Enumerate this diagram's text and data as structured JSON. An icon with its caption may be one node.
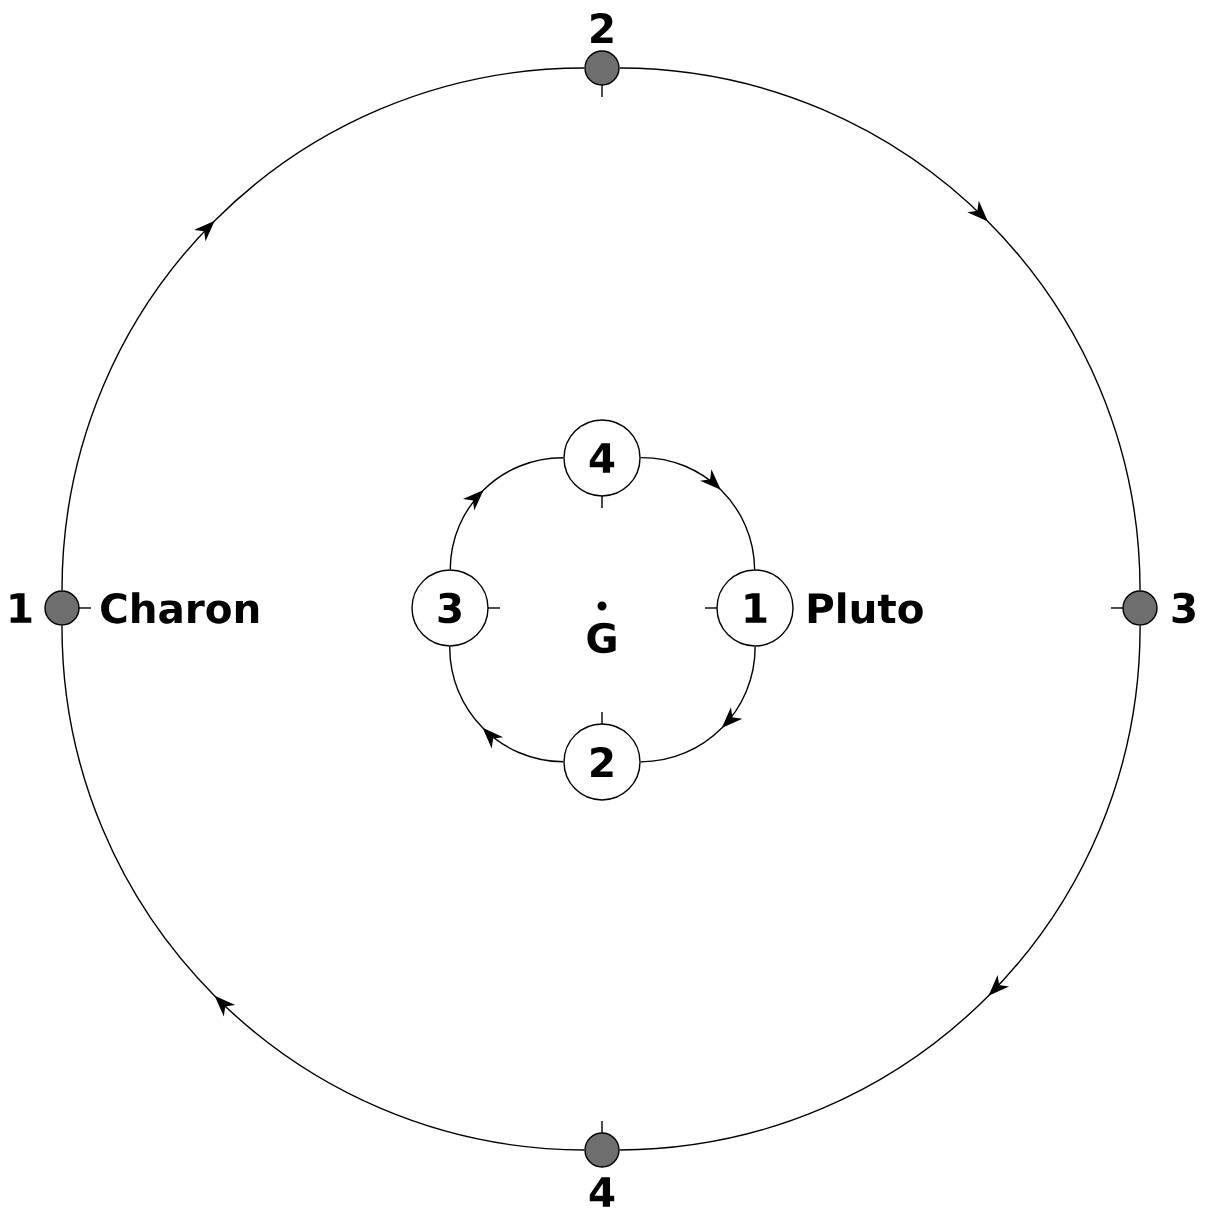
{
  "diagram": {
    "nodes": [
      {
        "text": [],
        "shape": "circle",
        "beside": [
          "2"
        ]
      },
      {
        "text": [
          "4"
        ]
      },
      {
        "text": [],
        "shape": "circle",
        "beside": [
          "1",
          "Charon"
        ]
      },
      {
        "text": [
          "3"
        ]
      },
      {
        "text": [
          "1"
        ],
        "beside": [
          "Pluto"
        ]
      },
      {
        "text": [],
        "shape": "circle",
        "beside": [
          "3"
        ]
      },
      {
        "text": [
          "2"
        ]
      },
      {
        "text": [],
        "shape": "circle",
        "beside": [
          "4"
        ]
      }
    ],
    "edges": [
      {
        "from": 2,
        "to": 0,
        "arrow": "to"
      },
      {
        "from": 0,
        "to": 5,
        "arrow": "to"
      },
      {
        "from": 5,
        "to": 7,
        "arrow": "to"
      },
      {
        "from": 7,
        "to": 2,
        "arrow": "to"
      },
      {
        "from": 4,
        "to": 6,
        "arrow": "to"
      },
      {
        "from": 6,
        "to": 3,
        "arrow": "to"
      },
      {
        "from": 3,
        "to": 1,
        "arrow": "to"
      },
      {
        "from": 1,
        "to": 4,
        "arrow": "to"
      }
    ],
    "labels": [
      "G"
    ]
  }
}
